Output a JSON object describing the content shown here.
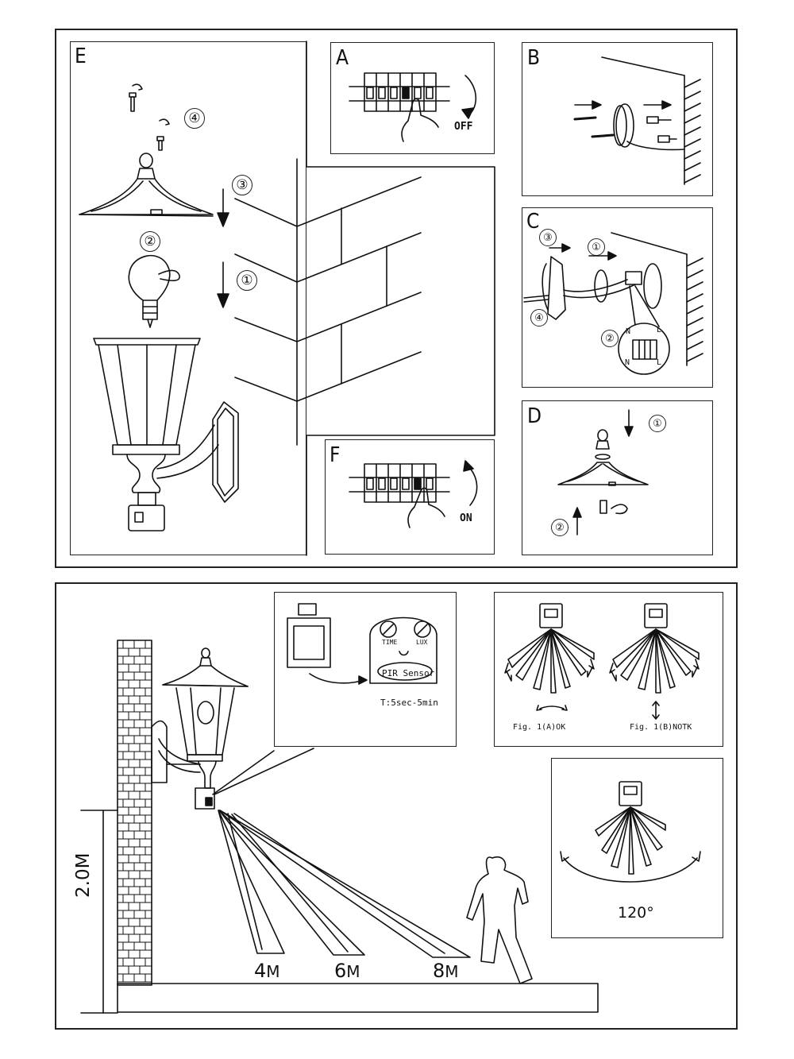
{
  "panels": {
    "E": {
      "letter": "E",
      "steps": [
        "④",
        "③",
        "②",
        "①"
      ]
    },
    "A": {
      "letter": "A",
      "action": "OFF"
    },
    "B": {
      "letter": "B"
    },
    "C": {
      "letter": "C",
      "steps": [
        "③",
        "①",
        "②",
        "④"
      ],
      "terminals": [
        "N",
        "L",
        "N",
        "L"
      ]
    },
    "D": {
      "letter": "D",
      "steps": [
        "①",
        "②"
      ]
    },
    "F": {
      "letter": "F",
      "action": "ON"
    }
  },
  "sensor": {
    "title": "PIR Sensor",
    "knob_left": "TIME",
    "knob_right": "LUX",
    "timer_range": "T:5sec-5min"
  },
  "orientation": {
    "fig_a": "Fig. 1(A)OK",
    "fig_b": "Fig. 1(B)NOTK"
  },
  "angle": "120°",
  "height": "2.0M",
  "distances": [
    "4",
    "6",
    "8"
  ],
  "distance_unit": "M"
}
